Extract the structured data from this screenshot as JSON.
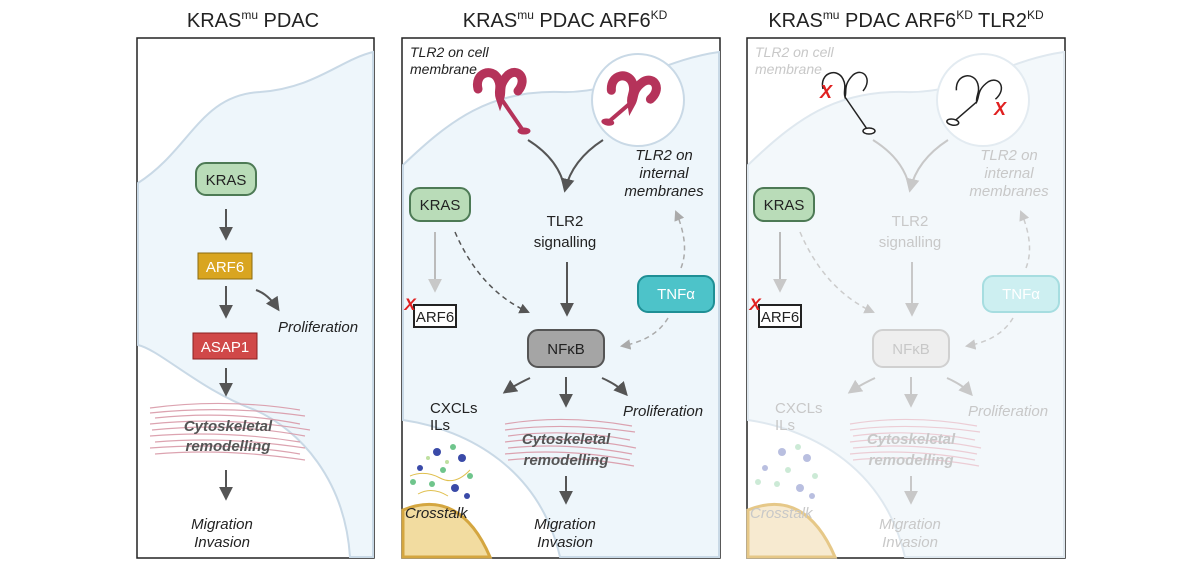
{
  "panels": [
    {
      "title_main": "KRAS",
      "title_sup": "mu",
      "title_rest": " PDAC",
      "kras": "KRAS",
      "arf6": "ARF6",
      "asap1": "ASAP1",
      "proliferation": "Proliferation",
      "cyto1": "Cytoskeletal",
      "cyto2": "remodelling",
      "migration": "Migration",
      "invasion": "Invasion"
    },
    {
      "title_main": "KRAS",
      "title_sup": "mu",
      "title_rest": " PDAC ARF6",
      "title_sup2": "KD",
      "tlr2_cell1": "TLR2 on cell",
      "tlr2_cell2": "membrane",
      "tlr2_int1": "TLR2 on",
      "tlr2_int2": "internal",
      "tlr2_int3": "membranes",
      "kras": "KRAS",
      "tlr2_sig1": "TLR2",
      "tlr2_sig2": "signalling",
      "tnfa": "TNFα",
      "arf6": "ARF6",
      "nfkb": "NFκB",
      "cxcls": "CXCLs",
      "ils": "ILs",
      "proliferation": "Proliferation",
      "cyto1": "Cytoskeletal",
      "cyto2": "remodelling",
      "crosstalk": "Crosstalk",
      "migration": "Migration",
      "invasion": "Invasion",
      "knockout_mark": "X"
    },
    {
      "title_main": "KRAS",
      "title_sup": "mu",
      "title_rest": " PDAC ARF6",
      "title_sup2": "KD",
      "title_rest2": " TLR2",
      "title_sup3": "KD",
      "tlr2_cell1": "TLR2 on cell",
      "tlr2_cell2": "membrane",
      "tlr2_int1": "TLR2 on",
      "tlr2_int2": "internal",
      "tlr2_int3": "membranes",
      "kras": "KRAS",
      "tlr2_sig1": "TLR2",
      "tlr2_sig2": "signalling",
      "tnfa": "TNFα",
      "arf6": "ARF6",
      "nfkb": "NFκB",
      "cxcls": "CXCLs",
      "ils": "ILs",
      "proliferation": "Proliferation",
      "cyto1": "Cytoskeletal",
      "cyto2": "remodelling",
      "crosstalk": "Crosstalk",
      "migration": "Migration",
      "invasion": "Invasion",
      "knockout_mark": "X"
    }
  ],
  "colors": {
    "cell_fill": "#eef6fb",
    "cell_stroke": "#c9d9e6",
    "kras_fill": "#b9dcb8",
    "kras_stroke": "#4d7a55",
    "arf6_fill": "#d9a520",
    "asap1_fill": "#d04848",
    "tnfa_fill": "#4dc3c9",
    "tnfa_stroke": "#1f8f95",
    "nfkb_fill": "#a5a5a5",
    "tlr2_color": "#b5335a",
    "knockout_red": "#e02020",
    "arrow": "#555555",
    "nucleus_fill": "#f2dca0",
    "nucleus_stroke": "#d4a640"
  }
}
